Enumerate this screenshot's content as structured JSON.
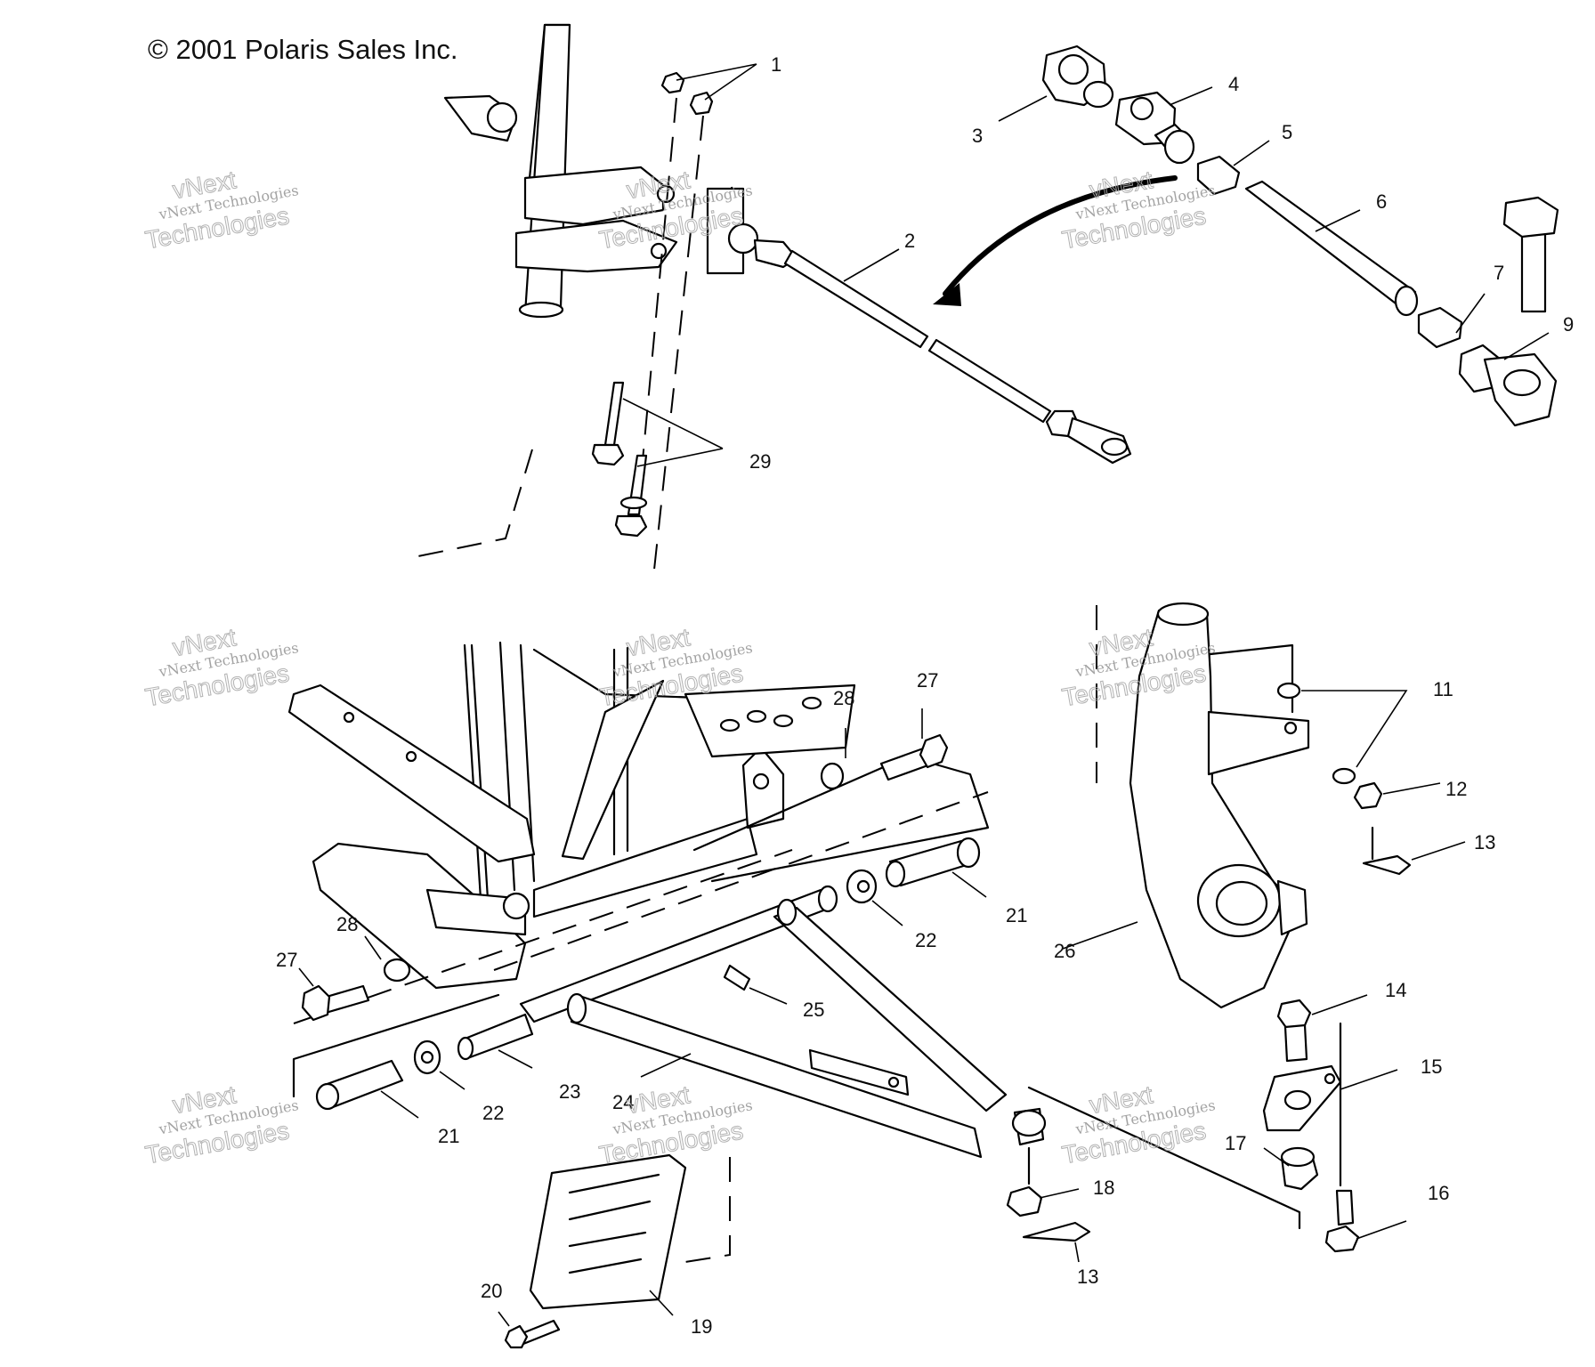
{
  "copyright": "© 2001 Polaris Sales Inc.",
  "watermark": {
    "small": "vNext Technologies",
    "brand_top": "vNext",
    "brand_bottom": "Technologies"
  },
  "callouts": [
    "1",
    "2",
    "3",
    "4",
    "5",
    "6",
    "7",
    "9",
    "29",
    "11",
    "12",
    "13",
    "28",
    "27",
    "21",
    "22",
    "26",
    "25",
    "14",
    "15",
    "27",
    "28",
    "22",
    "21",
    "23",
    "24",
    "17",
    "18",
    "16",
    "13",
    "20",
    "19"
  ]
}
